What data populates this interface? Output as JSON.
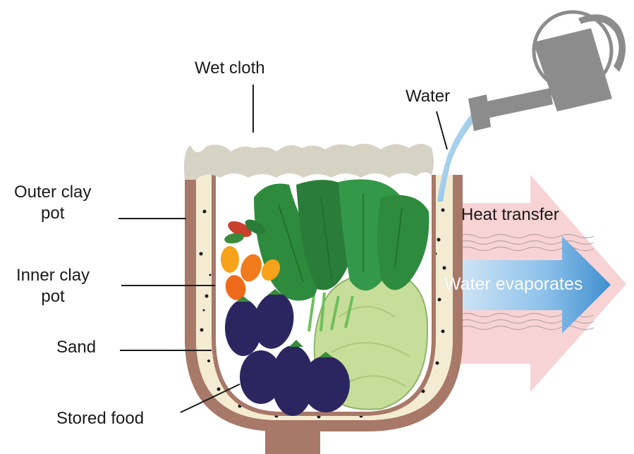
{
  "labels": {
    "wet_cloth": "Wet cloth",
    "water": "Water",
    "outer_clay_pot": [
      "Outer clay",
      "pot"
    ],
    "inner_clay_pot": [
      "Inner clay",
      "pot"
    ],
    "sand": "Sand",
    "stored_food": "Stored food",
    "heat_transfer": "Heat transfer",
    "water_evaporates": "Water evaporates"
  },
  "colors": {
    "clay": "#a87868",
    "sand": "#f4ecd2",
    "cloth": "#d6d2c4",
    "water": "#8fc4e6",
    "arrow_pink": "#f7cfd2",
    "arrow_blue": "#5ba7dc",
    "eggplant": "#2c2660",
    "greens": "#2e8b3e",
    "cabbage": "#c7dd9a",
    "pepper": "#f08a1c",
    "can": "#8c8c8c"
  },
  "icons": {
    "watering_can": "watering-can-icon"
  }
}
